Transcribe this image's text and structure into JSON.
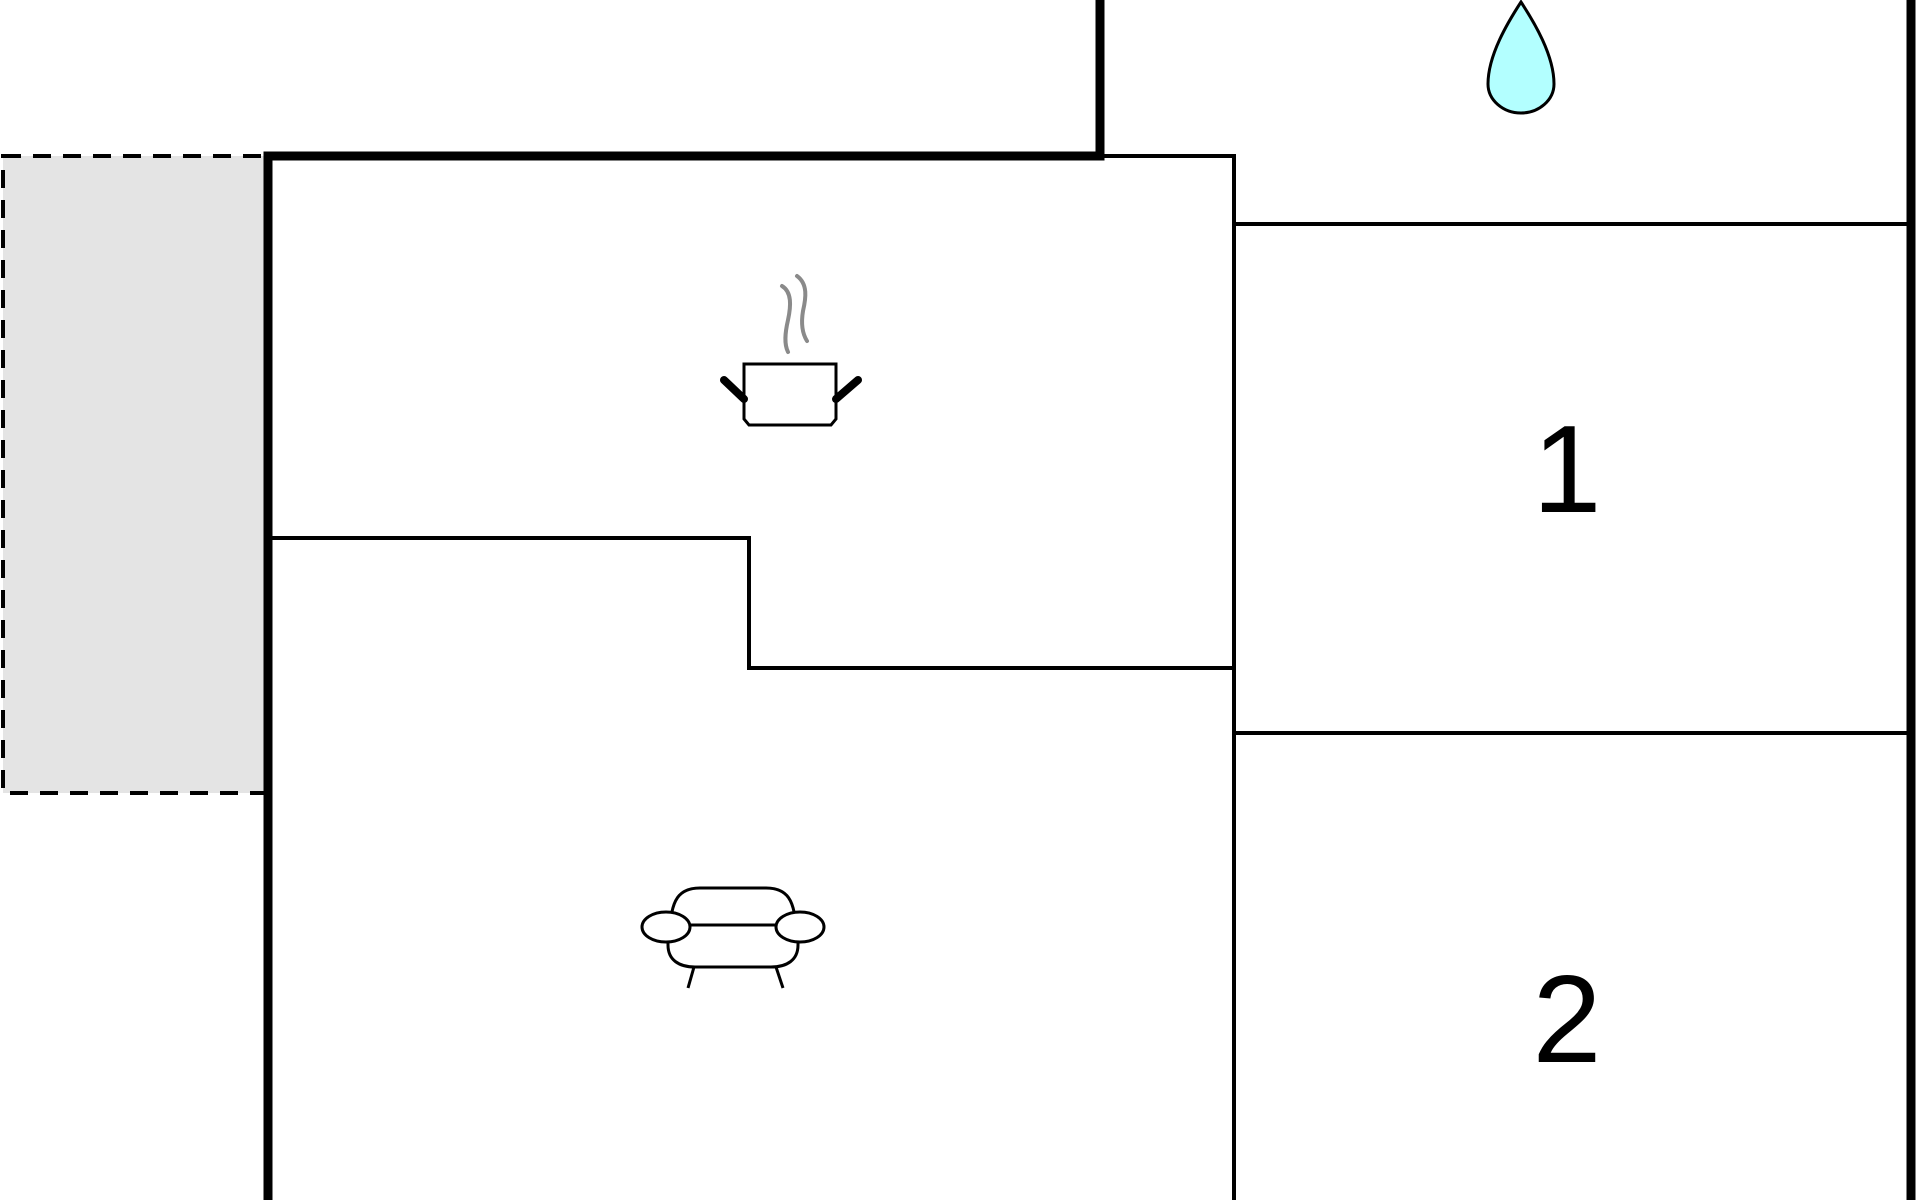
{
  "floorplan": {
    "rooms": [
      {
        "name": "bathroom",
        "icon": "water-drop-icon"
      },
      {
        "name": "kitchen",
        "icon": "cooking-pot-icon"
      },
      {
        "name": "living-room",
        "icon": "sofa-icon"
      },
      {
        "name": "bedroom-1",
        "label": "1"
      },
      {
        "name": "bedroom-2",
        "label": "2"
      },
      {
        "name": "terrace",
        "style": "dashed-gray"
      }
    ],
    "colors": {
      "wall": "#000000",
      "terrace_fill": "#e4e4e4",
      "water_fill": "#b3ffff",
      "steam": "#8a8a8a"
    }
  }
}
